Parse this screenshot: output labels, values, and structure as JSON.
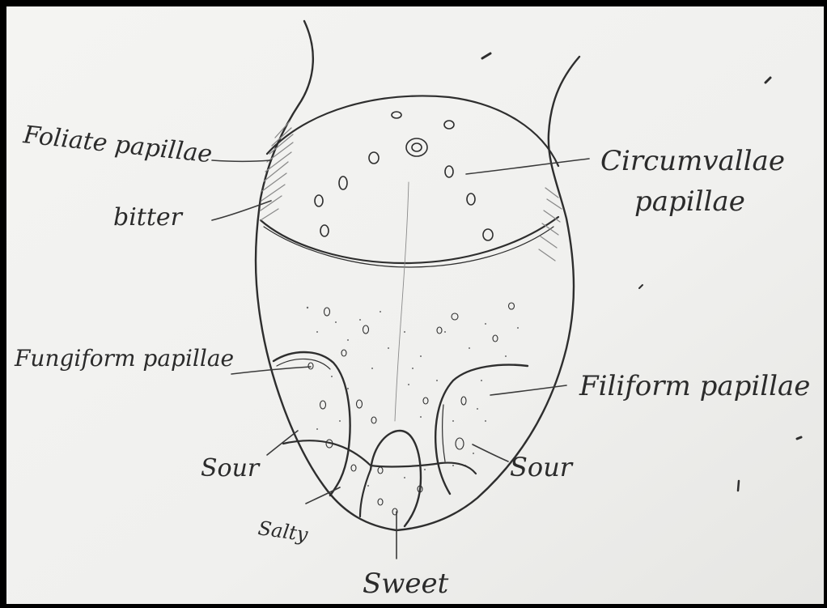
{
  "labels": {
    "foliate": "Foliate papillae",
    "bitter": "bitter",
    "circumvallae_line1": "Circumvallae",
    "circumvallae_line2": "papillae",
    "fungiform": "Fungiform papillae",
    "filiform": "Filiform papillae",
    "sour_left": "Sour",
    "sour_right": "Sour",
    "salty": "Salty",
    "sweet": "Sweet"
  },
  "colors": {
    "paper": "#f1f1ef",
    "ink": "#2e2e2e"
  }
}
